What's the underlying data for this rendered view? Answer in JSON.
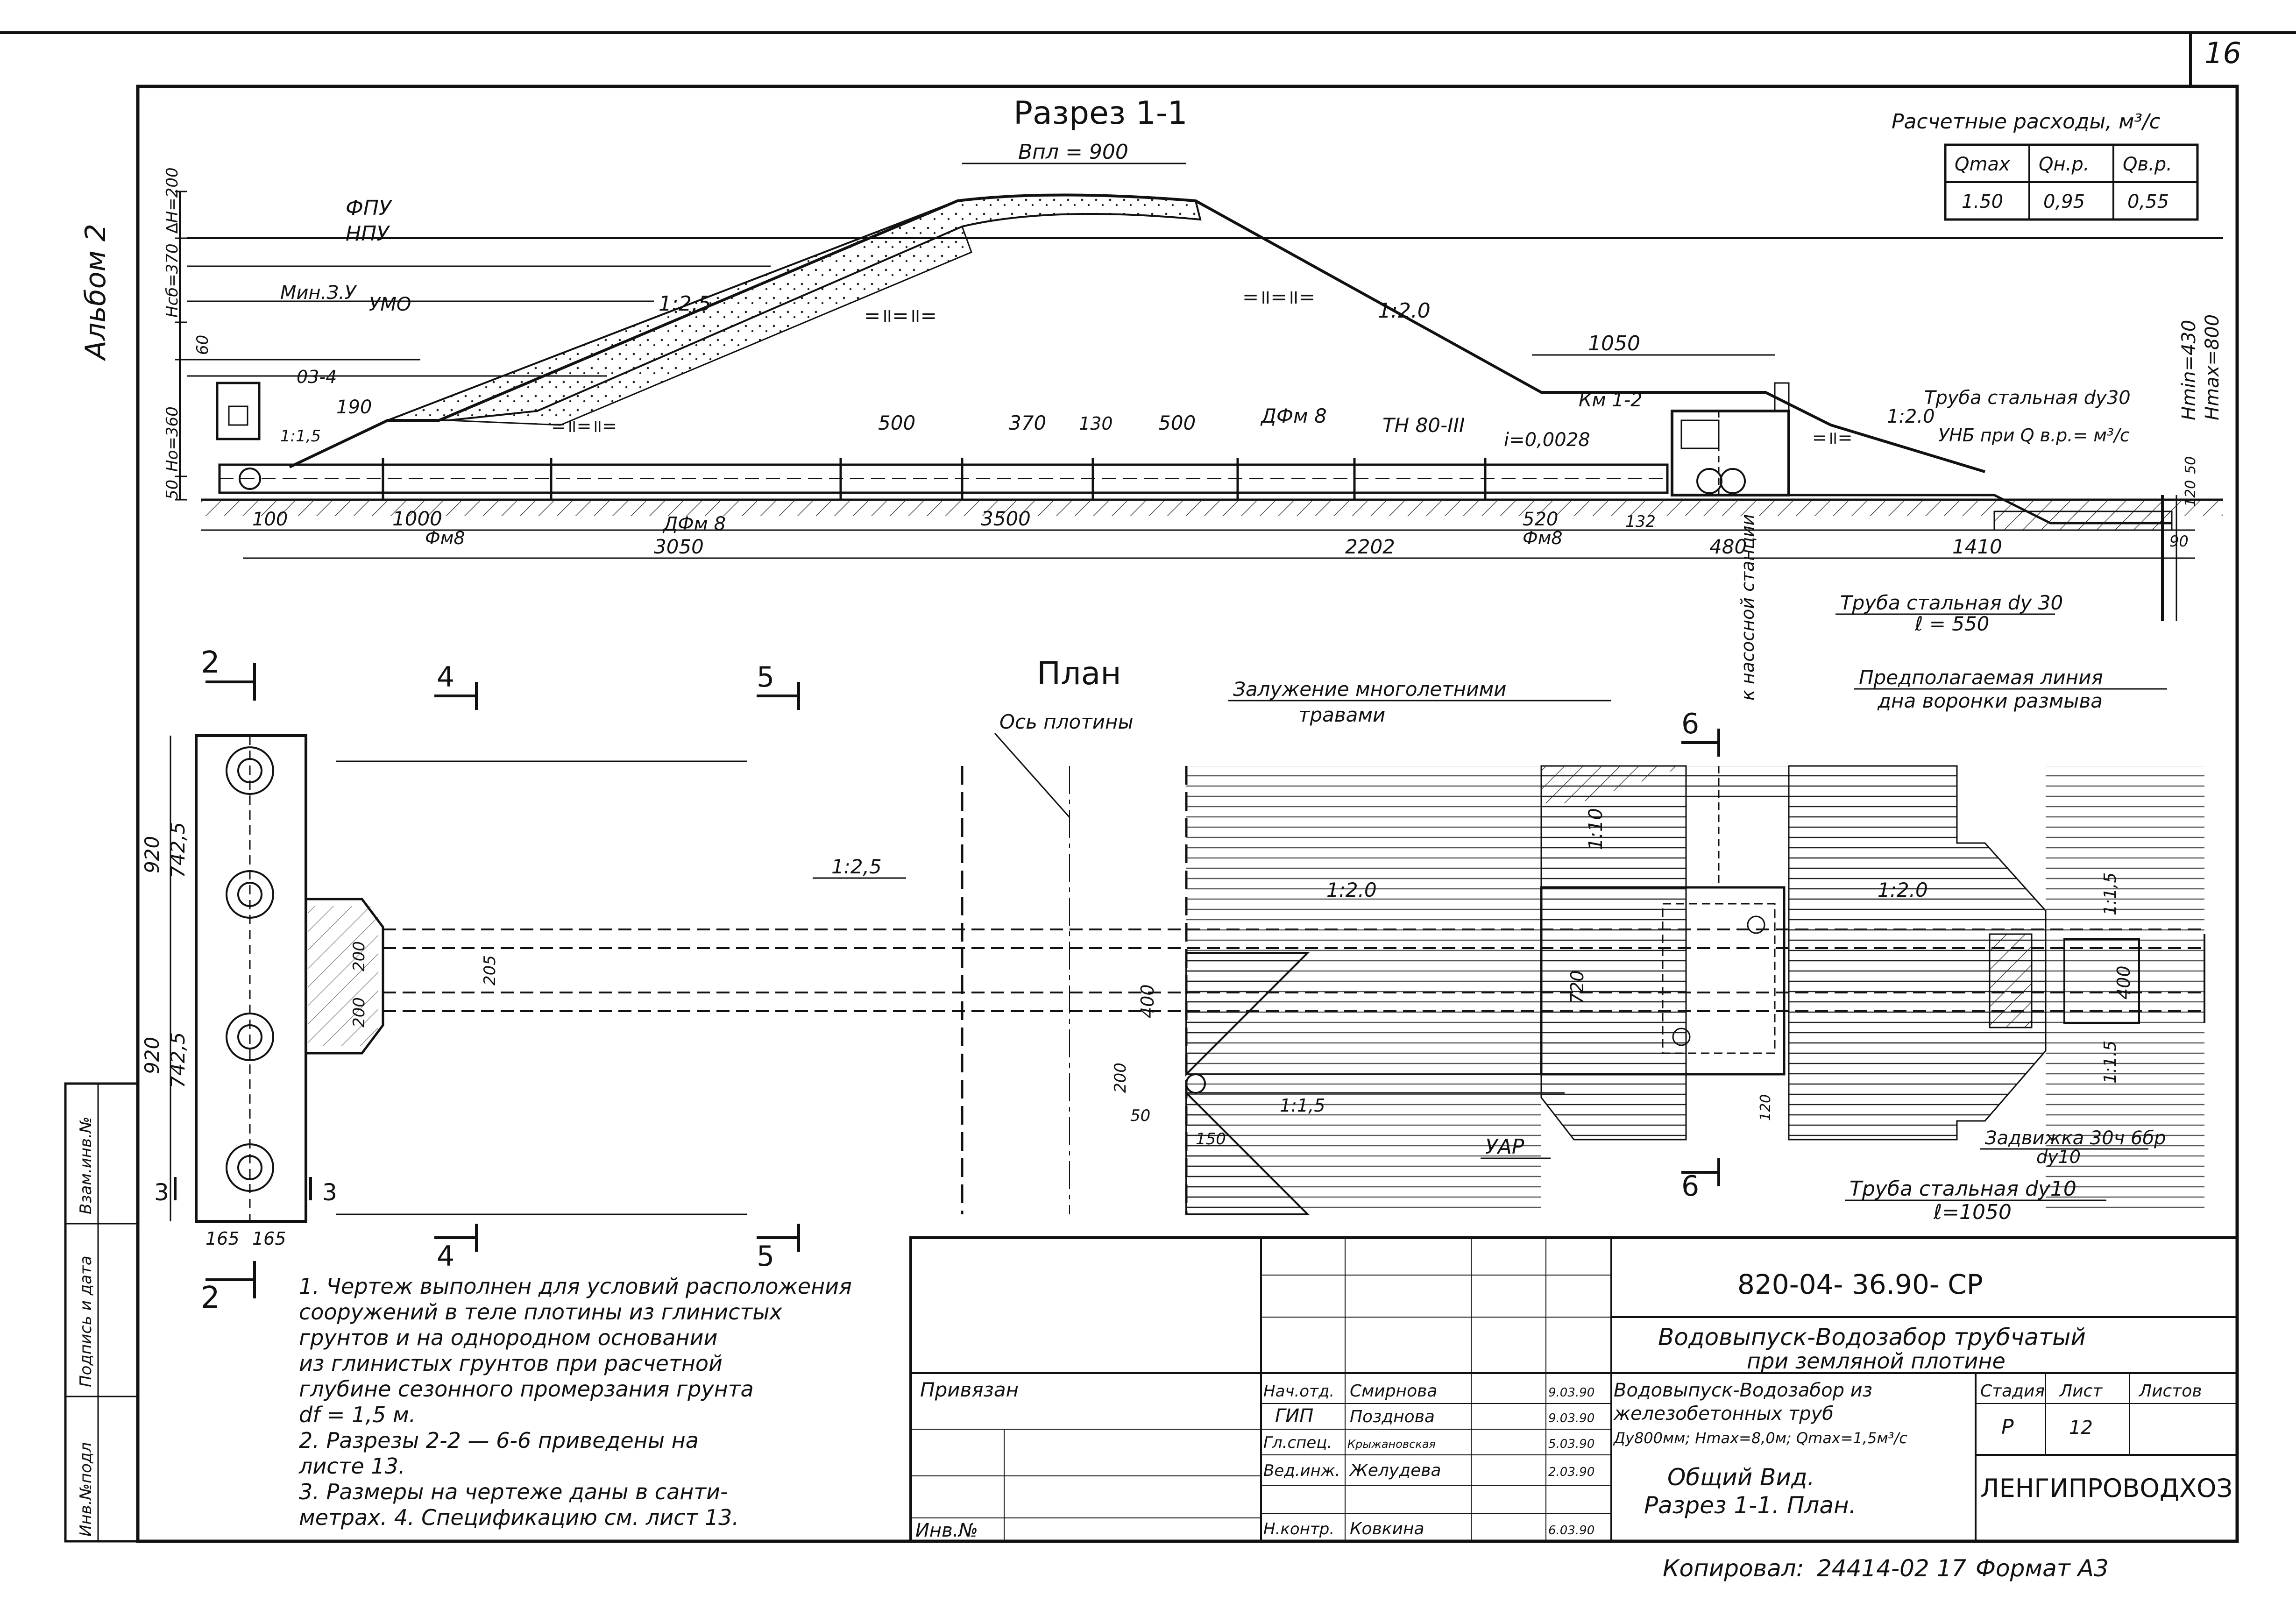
{
  "sheet": {
    "number": "16",
    "album": "Альбом 2"
  },
  "section": {
    "title": "Разрез 1-1",
    "crest_width": "Впл = 900",
    "levels": [
      "ФПУ",
      "НПУ",
      "Мин.З.У",
      "УМО"
    ],
    "vertical_dims": [
      "∆H=200",
      "Hсб=370",
      "60",
      "Hо=360",
      "50"
    ],
    "slopes": [
      "1:2,5",
      "1:2.0",
      "1:1,5",
      "1:2.0"
    ],
    "labels": {
      "inlet": "03-4",
      "well": "Км 1-2",
      "filter_top": "ДФм 8",
      "filter_bottom": "ДФм 8",
      "pipe": "ТН 80-III",
      "gradient": "i=0,0028",
      "pipe_steel": "Труба стальная dу30",
      "unb": "УНБ при Q в.р.=    м³/с",
      "fm_left": "Фм8",
      "fm_right": "Фм8",
      "hmin": "Hmin=430",
      "hmax": "Hmax=800",
      "right_dim_1": "50",
      "right_dim_2": "120",
      "right_dim_3": "90"
    },
    "dims_top": [
      "190",
      "500",
      "370",
      "130",
      "500",
      "1050"
    ],
    "dims_bottom": [
      "100",
      "1000",
      "3500",
      "520",
      "132",
      "3050",
      "2202",
      "480",
      "1410"
    ],
    "pipe_note_1": "Труба стальная dу 30",
    "pipe_note_1_len": "ℓ = 550",
    "erosion_note_1": "Предполагаемая линия",
    "erosion_note_2": "дна воронки размыва",
    "pump_note": "к насосной станции"
  },
  "flow_table": {
    "title": "Расчетные расходы, м³/с",
    "headers": [
      "Qmax",
      "Qн.р.",
      "Qв.р."
    ],
    "values": [
      "1.50",
      "0,95",
      "0,55"
    ]
  },
  "plan": {
    "title": "План",
    "axis_label": "Ось плотины",
    "grass_note_1": "Залужение многолетними",
    "grass_note_2": "травами",
    "cuts": [
      "2",
      "2",
      "4",
      "4",
      "5",
      "5",
      "6",
      "6",
      "3",
      "3"
    ],
    "slopes": [
      "1:2,5",
      "1:2.0",
      "1:10",
      "1:2.0",
      "1:1,5",
      "1:1,5",
      "1:1.5"
    ],
    "dims_left": [
      "920",
      "742,5",
      "920",
      "742,5"
    ],
    "dims_small": [
      "200",
      "200",
      "205",
      "400",
      "720",
      "400",
      "200",
      "50",
      "150",
      "165",
      "165",
      "120"
    ],
    "uar": "УАР",
    "valve_1": "Задвижка 30ч 6бр",
    "valve_2": "dу10",
    "pipe_2": "Труба стальная dу10",
    "pipe_2_len": "ℓ=1050"
  },
  "notes": [
    "1. Чертеж выполнен для условий расположения",
    "сооружений в теле плотины из глинистых",
    "грунтов и на однородном основании",
    "из глинистых грунтов при расчетной",
    "глубине сезонного промерзания грунта",
    "df = 1,5 м.",
    "2. Разрезы 2-2 — 6-6 приведены на",
    "листе 13.",
    "3. Размеры на чертеже даны в санти-",
    "метрах. 4. Спецификацию см. лист 13."
  ],
  "side_stamp": [
    "Инв.№подл",
    "Подпись и дата",
    "Взам.инв.№"
  ],
  "title_block": {
    "code": "820-04- 36.90- СР",
    "name_1": "Водовыпуск-Водозабор трубчатый",
    "name_2": "при земляной плотине",
    "privyazan": "Привязан",
    "inv": "Инв.№",
    "roles": [
      "Нач.отд.",
      "ГИП",
      "Гл.спец.",
      "Вед.инж.",
      "Н.контр."
    ],
    "names": [
      "Смирнова",
      "Позднова",
      "Крыжановская",
      "Желудева",
      "Ковкина"
    ],
    "dates": [
      "9.03.90",
      "9.03.90",
      "5.03.90",
      "2.03.90",
      "6.03.90"
    ],
    "desc_1": "Водовыпуск-Водозабор из",
    "desc_2": "железобетонных труб",
    "desc_3": "Дy800мм; Hmax=8,0м; Qmax=1,5м³/с",
    "stage_h": "Стадия",
    "sheet_h": "Лист",
    "sheets_h": "Листов",
    "stage": "Р",
    "sheet": "12",
    "view_1": "Общий   Вид.",
    "view_2": "Разрез 1-1.     План.",
    "org": "ЛЕНГИПРОВОДХОЗ",
    "copied": "Копировал:",
    "copy_num": "24414-02 17",
    "format": "Формат А3"
  }
}
